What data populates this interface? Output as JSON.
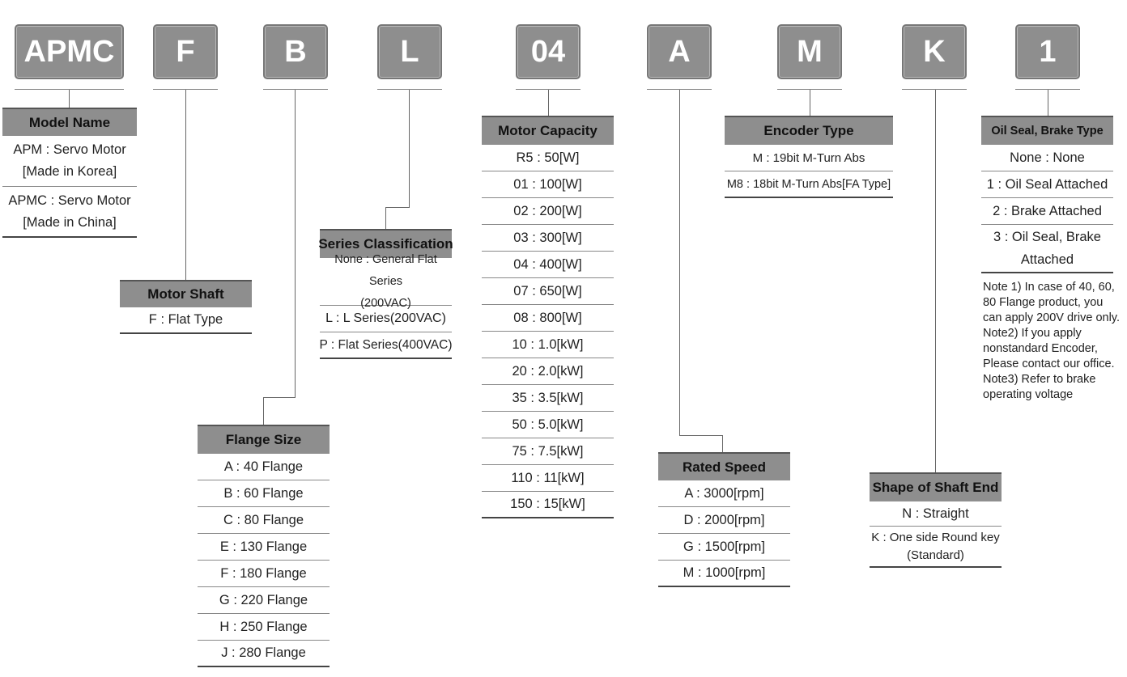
{
  "codes": [
    "APMC",
    "F",
    "B",
    "L",
    "04",
    "A",
    "M",
    "K",
    "1"
  ],
  "model_name": {
    "title": "Model Name",
    "rows": [
      [
        "APM : Servo Motor",
        "[Made in Korea]"
      ],
      [
        "APMC : Servo Motor",
        "[Made in China]"
      ]
    ]
  },
  "motor_shaft": {
    "title": "Motor Shaft",
    "rows": [
      "F : Flat Type"
    ]
  },
  "flange_size": {
    "title": "Flange Size",
    "rows": [
      "A : 40 Flange",
      "B : 60 Flange",
      "C : 80 Flange",
      "E : 130 Flange",
      "F : 180 Flange",
      "G : 220 Flange",
      "H : 250 Flange",
      "J : 280 Flange"
    ]
  },
  "series_classification": {
    "title": "Series Classification",
    "rows": [
      [
        "None : General Flat Series",
        "(200VAC)"
      ],
      [
        "L : L Series(200VAC)"
      ],
      [
        "P : Flat Series(400VAC)"
      ]
    ]
  },
  "motor_capacity": {
    "title": "Motor Capacity",
    "rows": [
      "R5 : 50[W]",
      "01 : 100[W]",
      "02 : 200[W]",
      "03 : 300[W]",
      "04 : 400[W]",
      "07 : 650[W]",
      "08 : 800[W]",
      "10 : 1.0[kW]",
      "20 : 2.0[kW]",
      "35 : 3.5[kW]",
      "50 : 5.0[kW]",
      "75 : 7.5[kW]",
      "110 : 11[kW]",
      "150 : 15[kW]"
    ]
  },
  "rated_speed": {
    "title": "Rated Speed",
    "rows": [
      "A : 3000[rpm]",
      "D : 2000[rpm]",
      "G : 1500[rpm]",
      "M : 1000[rpm]"
    ]
  },
  "encoder_type": {
    "title": "Encoder Type",
    "rows": [
      "M : 19bit M-Turn Abs",
      "M8 : 18bit M-Turn Abs[FA Type]"
    ]
  },
  "shaft_end": {
    "title": "Shape of Shaft End",
    "rows": [
      [
        "N : Straight"
      ],
      [
        "K : One side Round key",
        "(Standard)"
      ]
    ]
  },
  "oil_seal_brake": {
    "title": "Oil Seal, Brake Type",
    "rows": [
      [
        "None : None"
      ],
      [
        "1 : Oil Seal Attached"
      ],
      [
        "2 : Brake Attached"
      ],
      [
        "3 : Oil Seal, Brake",
        "Attached"
      ]
    ]
  },
  "notes": [
    "Note 1) In case of 40, 60, 80 Flange product, you can apply 200V drive only.",
    "Note2) If you apply nonstandard Encoder, Please contact our office.",
    "Note3) Refer to brake operating voltage"
  ]
}
